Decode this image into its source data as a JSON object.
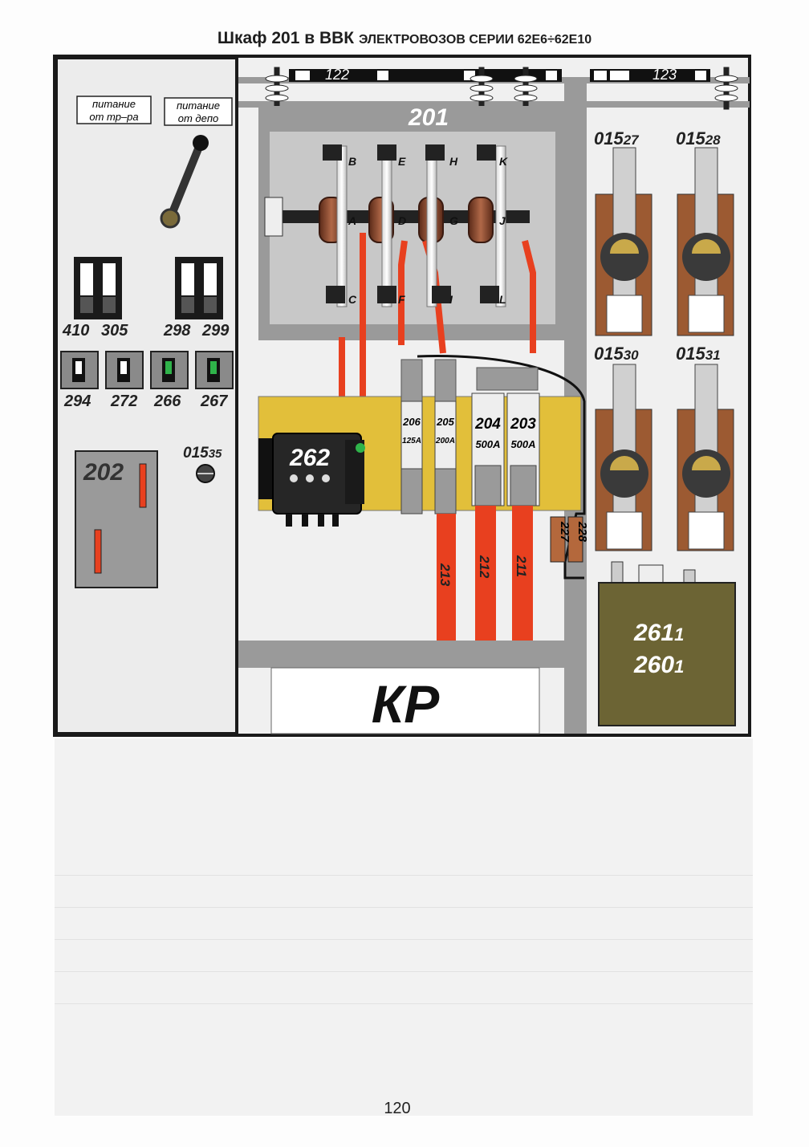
{
  "title": {
    "main": "Шкаф 201 в ВВК",
    "rest": "ЭЛЕКТРОВОЗОВ СЕРИИ 62Е6÷62Е10"
  },
  "page_number": "120",
  "left_panel": {
    "label_transformer": [
      "питание",
      "от тр–ра"
    ],
    "label_depot": [
      "питание",
      "от депо"
    ],
    "switches_top": [
      "410",
      "305",
      "298",
      "299"
    ],
    "switches_bottom": [
      "294",
      "272",
      "266",
      "267"
    ],
    "box_202": "202",
    "knob_label": {
      "base": "015",
      "sub": "35"
    }
  },
  "busbars": {
    "left": "122",
    "right": "123"
  },
  "contactor": {
    "label": "201",
    "letters_top": [
      "B",
      "E",
      "H",
      "K"
    ],
    "letters_mid": [
      "A",
      "D",
      "G",
      "J"
    ],
    "letters_bot": [
      "C",
      "F",
      "I",
      "L"
    ]
  },
  "fuses": [
    {
      "num": "206",
      "rating": "125A"
    },
    {
      "num": "205",
      "rating": "200A"
    },
    {
      "num": "204",
      "rating": "500A"
    },
    {
      "num": "203",
      "rating": "500A"
    }
  ],
  "relay_262": "262",
  "resistors": [
    "227",
    "228"
  ],
  "cables": [
    "213",
    "212",
    "211"
  ],
  "disconnectors": [
    {
      "base": "015",
      "sub": "27"
    },
    {
      "base": "015",
      "sub": "28"
    },
    {
      "base": "015",
      "sub": "30"
    },
    {
      "base": "015",
      "sub": "31"
    }
  ],
  "box_261": [
    {
      "base": "261",
      "sub": "1"
    },
    {
      "base": "260",
      "sub": "1"
    }
  ],
  "kr_label": "КР",
  "colors": {
    "frame": "#1a1a1a",
    "panel": "#e9e9e9",
    "grey": "#9a9a9a",
    "red": "#e8401f",
    "yellow": "#e2bf3a",
    "olive": "#6c6434",
    "brown": "#9c5a32"
  }
}
